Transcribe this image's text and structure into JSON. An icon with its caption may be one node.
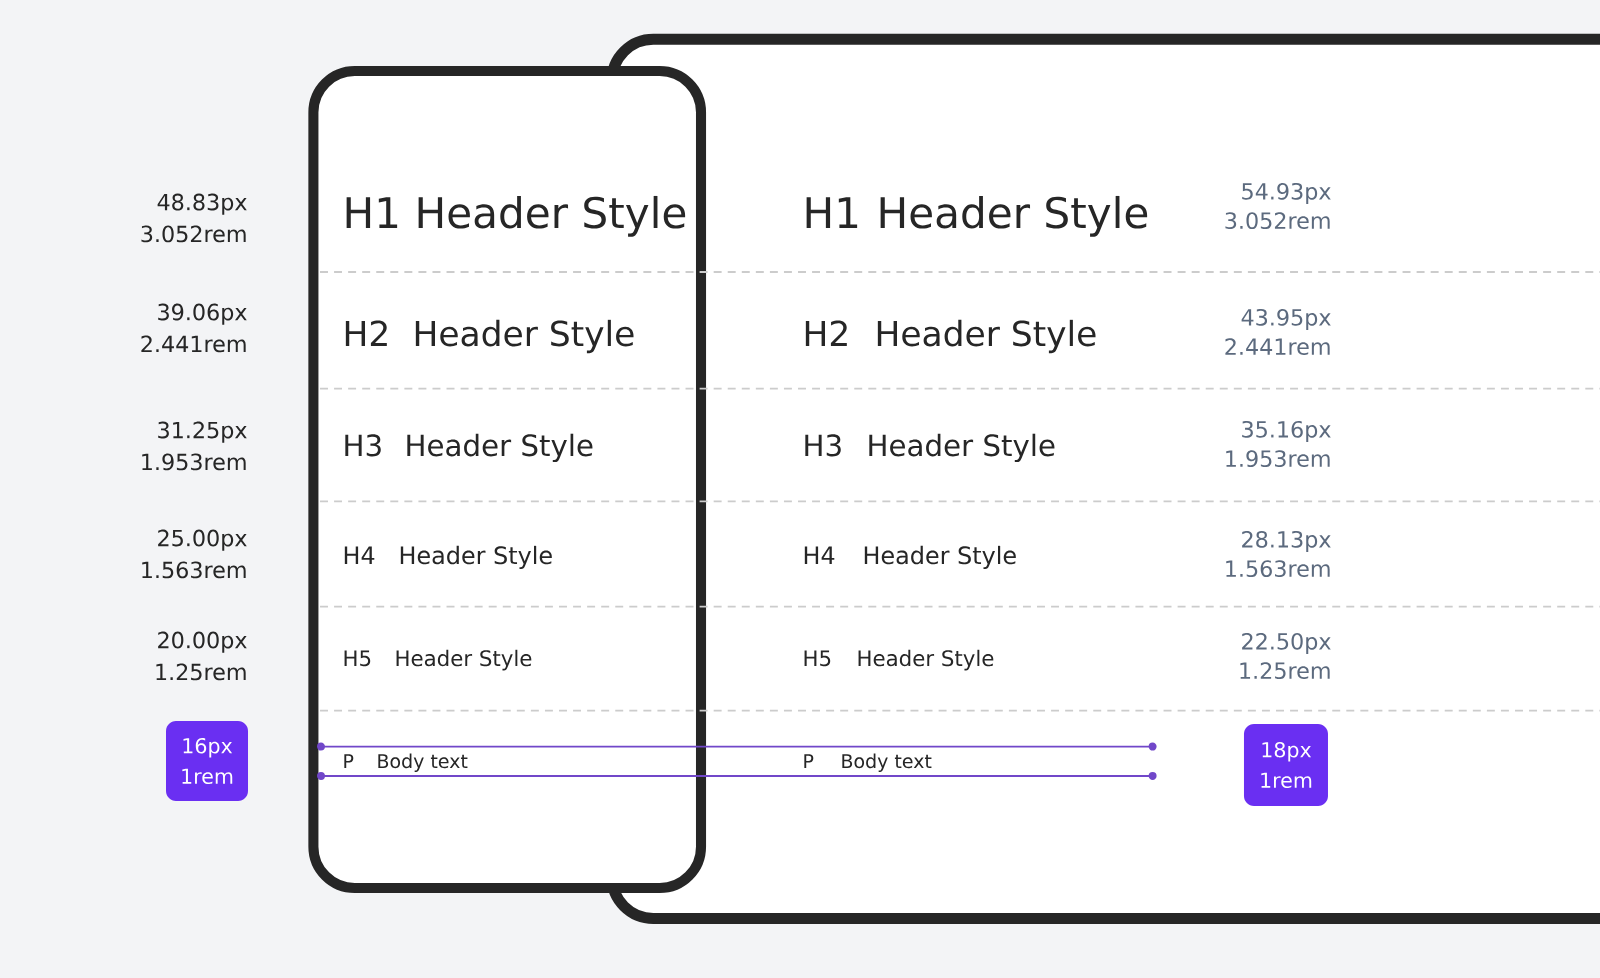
{
  "diagram": {
    "nodes": [
      {
        "text": [
          "H1",
          "Header Style",
          "H2",
          "Header Style",
          "H3",
          "Header Style",
          "H4",
          "Header Style",
          "H5",
          "Header Style",
          "P",
          "Body text"
        ]
      },
      {
        "text": [
          "H1",
          "Header Style",
          "54.93px 3.052rem",
          "H2",
          "Header Style",
          "43.95px 2.441rem",
          "H3",
          "Header Style",
          "35.16px 1.953rem",
          "H4",
          "Header Style",
          "28.13px 1.563rem",
          "H5",
          "Header Style",
          "22.50px 1.25rem",
          "P",
          "Body text"
        ]
      },
      {
        "text": [
          "16px 1rem"
        ]
      },
      {
        "text": [
          "18px 1rem"
        ],
        "in": 1
      }
    ],
    "labels": [
      "48.83px 3.052rem",
      "39.06px 2.441rem",
      "31.25px 1.953rem",
      "25.00px 1.563rem",
      "20.00px 1.25rem"
    ]
  }
}
